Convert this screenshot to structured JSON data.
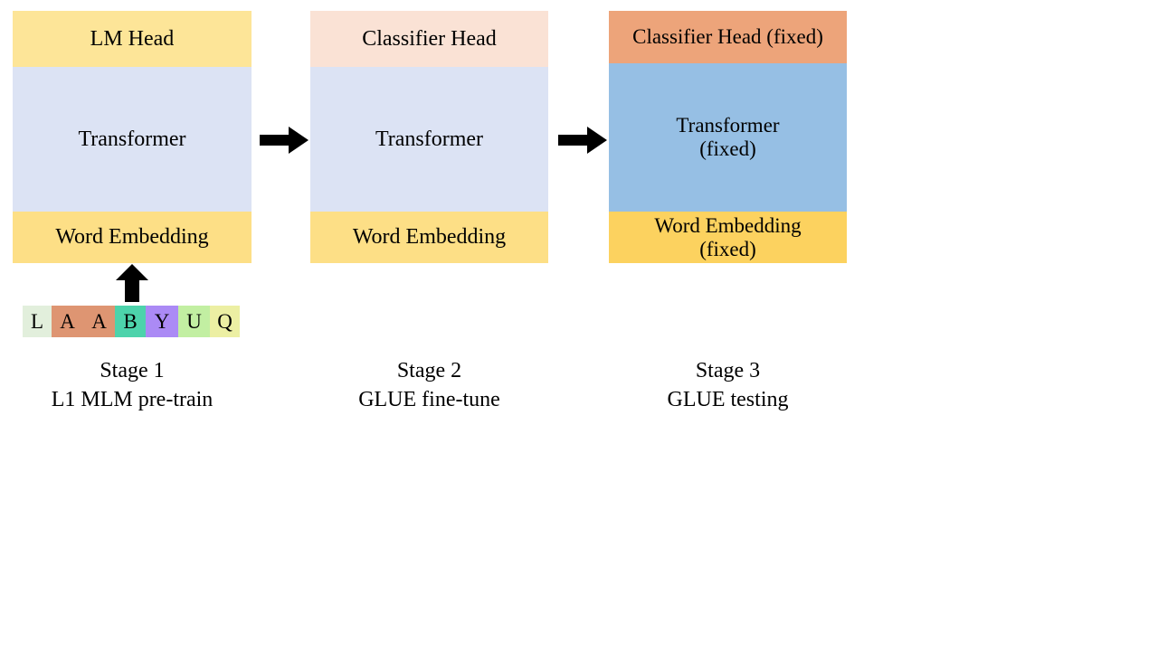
{
  "diagram": {
    "title": "Three-stage cross-lingual transfer pipeline",
    "stages": [
      {
        "id": "stage-1",
        "caption_title": "Stage 1",
        "caption_subtitle": "L1 MLM pre-train",
        "bands": [
          {
            "name": "head",
            "label": "LM Head",
            "color": "#fde598"
          },
          {
            "name": "trunk",
            "label": "Transformer",
            "color": "#dce3f4"
          },
          {
            "name": "embedding",
            "label": "Word Embedding",
            "color": "#fddf86"
          }
        ]
      },
      {
        "id": "stage-2",
        "caption_title": "Stage 2",
        "caption_subtitle": "GLUE fine-tune",
        "bands": [
          {
            "name": "head",
            "label": "Classifier Head",
            "color": "#fae2d5"
          },
          {
            "name": "trunk",
            "label": "Transformer",
            "color": "#dce3f4"
          },
          {
            "name": "embedding",
            "label": "Word Embedding",
            "color": "#fddf86"
          }
        ]
      },
      {
        "id": "stage-3",
        "caption_title": "Stage 3",
        "caption_subtitle": "GLUE testing",
        "bands": [
          {
            "name": "head",
            "label": "Classifier Head (fixed)",
            "color": "#eda47a"
          },
          {
            "name": "trunk",
            "label": "Transformer\n(fixed)",
            "color": "#96bfe4"
          },
          {
            "name": "embedding",
            "label": "Word Embedding\n(fixed)",
            "color": "#fcd25f"
          }
        ]
      }
    ],
    "arrows": [
      {
        "name": "stage1-to-stage2-arrow",
        "direction": "right",
        "color": "#000000"
      },
      {
        "name": "stage2-to-stage3-arrow",
        "direction": "right",
        "color": "#000000"
      },
      {
        "name": "tokens-to-embedding-arrow",
        "direction": "up",
        "color": "#000000"
      }
    ],
    "token_sequence": {
      "name": "input-token-sequence",
      "tokens": [
        {
          "char": "L",
          "color": "#e2efdc",
          "width": 32
        },
        {
          "char": "A",
          "color": "#de9572",
          "width": 35
        },
        {
          "char": "A",
          "color": "#de9572",
          "width": 35
        },
        {
          "char": "B",
          "color": "#4dd3ab",
          "width": 34
        },
        {
          "char": "Y",
          "color": "#ab8af5",
          "width": 36
        },
        {
          "char": "U",
          "color": "#c2efa2",
          "width": 35
        },
        {
          "char": "Q",
          "color": "#ecefa3",
          "width": 33
        }
      ]
    }
  }
}
